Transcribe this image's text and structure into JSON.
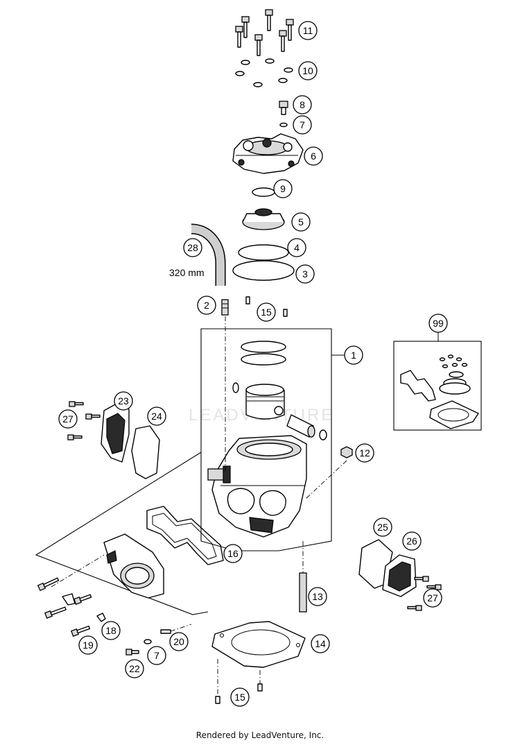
{
  "diagram": {
    "measurement_label": "320 mm",
    "watermark": "LEADVENTURE",
    "footer": "Rendered by LeadVenture, Inc.",
    "callouts": [
      {
        "id": "c11",
        "label": "11"
      },
      {
        "id": "c10",
        "label": "10"
      },
      {
        "id": "c8",
        "label": "8"
      },
      {
        "id": "c7a",
        "label": "7"
      },
      {
        "id": "c6",
        "label": "6"
      },
      {
        "id": "c9",
        "label": "9"
      },
      {
        "id": "c5",
        "label": "5"
      },
      {
        "id": "c28",
        "label": "28"
      },
      {
        "id": "c4",
        "label": "4"
      },
      {
        "id": "c3",
        "label": "3"
      },
      {
        "id": "c2",
        "label": "2"
      },
      {
        "id": "c15a",
        "label": "15"
      },
      {
        "id": "c99",
        "label": "99"
      },
      {
        "id": "c1",
        "label": "1"
      },
      {
        "id": "c23",
        "label": "23"
      },
      {
        "id": "c24",
        "label": "24"
      },
      {
        "id": "c27a",
        "label": "27"
      },
      {
        "id": "c12",
        "label": "12"
      },
      {
        "id": "c16",
        "label": "16"
      },
      {
        "id": "c25",
        "label": "25"
      },
      {
        "id": "c26",
        "label": "26"
      },
      {
        "id": "c27b",
        "label": "27"
      },
      {
        "id": "c13",
        "label": "13"
      },
      {
        "id": "c18",
        "label": "18"
      },
      {
        "id": "c19",
        "label": "19"
      },
      {
        "id": "c20",
        "label": "20"
      },
      {
        "id": "c7b",
        "label": "7"
      },
      {
        "id": "c22",
        "label": "22"
      },
      {
        "id": "c14",
        "label": "14"
      },
      {
        "id": "c15b",
        "label": "15"
      }
    ]
  }
}
